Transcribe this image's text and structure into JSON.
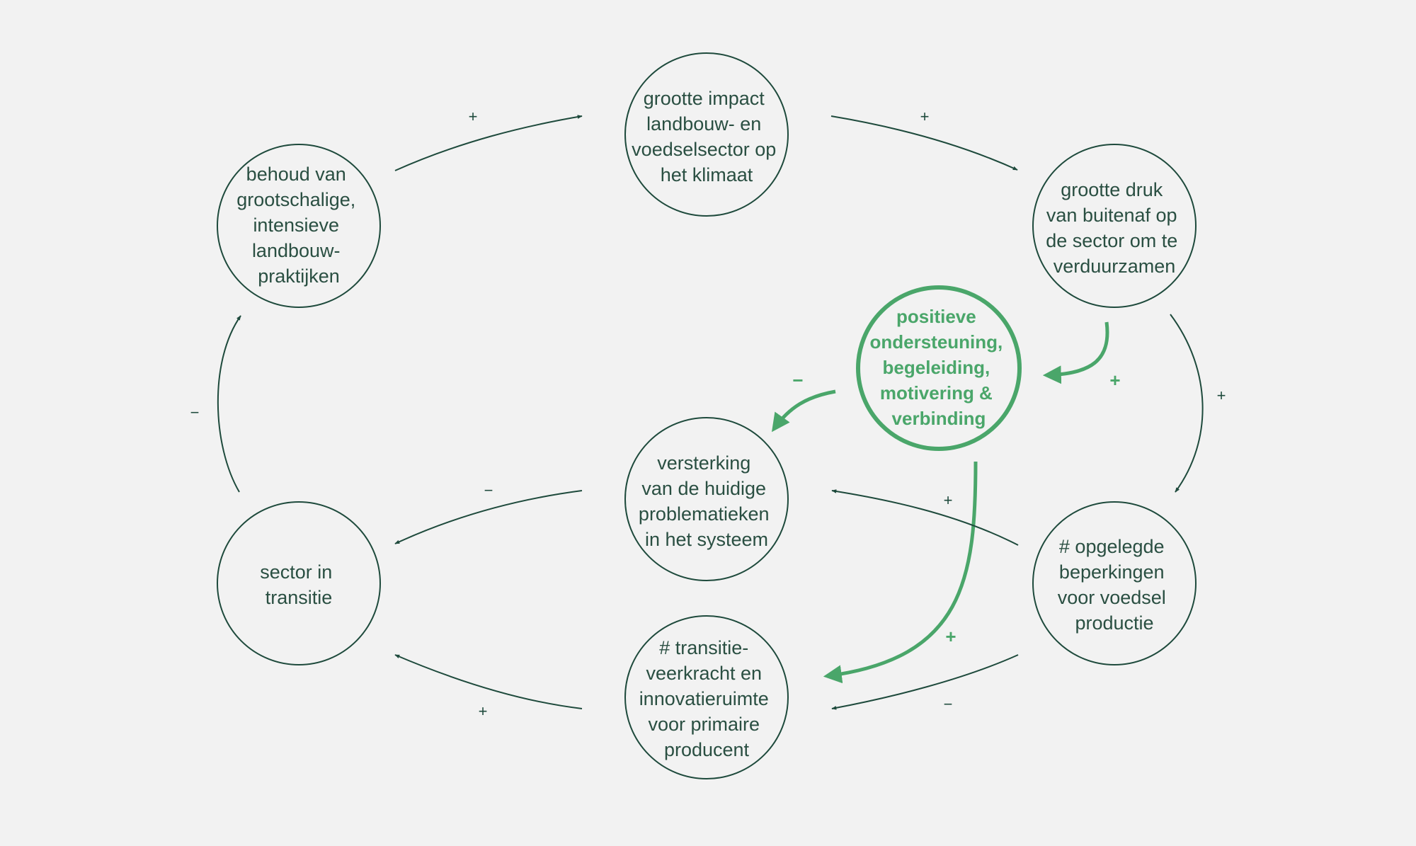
{
  "colors": {
    "background": "#f2f2f2",
    "dark": "#1e4a3c",
    "text": "#2a4f42",
    "accent": "#4aa66a"
  },
  "nodes": {
    "behoud": {
      "lines": [
        "behoud van",
        "grootschalige,",
        "intensieve",
        "landbouw-",
        "praktijken"
      ]
    },
    "impact": {
      "lines": [
        "grootte impact",
        "landbouw- en",
        "voedselsector op",
        "het klimaat"
      ]
    },
    "druk": {
      "lines": [
        "grootte druk",
        "van buitenaf op",
        "de sector om te",
        "verduurzamen"
      ]
    },
    "ondersteuning": {
      "lines": [
        "positieve",
        "ondersteuning,",
        "begeleiding,",
        "motivering  &",
        "verbinding"
      ]
    },
    "versterking": {
      "lines": [
        "versterking",
        "van de huidige",
        "problematieken",
        "in het systeem"
      ]
    },
    "transitie": {
      "lines": [
        "sector in",
        "transitie"
      ]
    },
    "beperkingen": {
      "lines": [
        "# opgelegde",
        "beperkingen",
        "voor voedsel",
        "productie"
      ]
    },
    "veerkracht": {
      "lines": [
        "# transitie-",
        "veerkracht en",
        "innovatieruimte",
        "voor primaire",
        "producent"
      ]
    }
  },
  "edges": [
    {
      "id": "behoud-impact",
      "sign": "+"
    },
    {
      "id": "impact-druk",
      "sign": "+"
    },
    {
      "id": "druk-beperkingen",
      "sign": "+"
    },
    {
      "id": "druk-ondersteuning",
      "sign": "+"
    },
    {
      "id": "ondersteuning-versterking",
      "sign": "−"
    },
    {
      "id": "ondersteuning-veerkracht",
      "sign": "+"
    },
    {
      "id": "beperkingen-versterking",
      "sign": "+"
    },
    {
      "id": "beperkingen-veerkracht",
      "sign": "−"
    },
    {
      "id": "versterking-transitie",
      "sign": "−"
    },
    {
      "id": "veerkracht-transitie",
      "sign": "+"
    },
    {
      "id": "transitie-behoud",
      "sign": "−"
    }
  ]
}
